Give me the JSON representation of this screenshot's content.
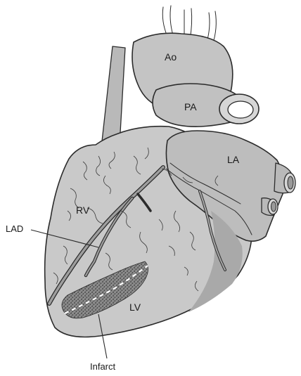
{
  "labels": {
    "aorta": "Ao",
    "pulmonary_artery": "PA",
    "left_atrium": "LA",
    "right_ventricle": "RV",
    "left_ventricle": "LV",
    "lad": "LAD",
    "infarct": "Infarct"
  },
  "colors": {
    "heart_fill": "#c9c9c9",
    "shadow_fill": "#a9a9a9",
    "outline": "#2b2b2b",
    "infarct_fill": "#5e5e5e",
    "background": "#ffffff"
  }
}
